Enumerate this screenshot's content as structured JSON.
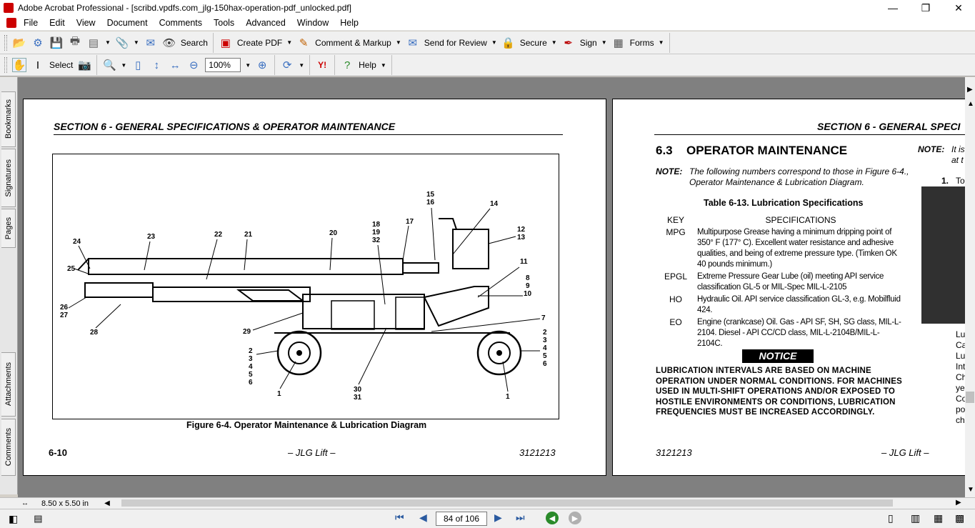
{
  "window": {
    "title": "Adobe Acrobat Professional - [scribd.vpdfs.com_jlg-150hax-operation-pdf_unlocked.pdf]",
    "minimize": "—",
    "maximize": "❐",
    "close": "✕"
  },
  "menu": [
    "File",
    "Edit",
    "View",
    "Document",
    "Comments",
    "Tools",
    "Advanced",
    "Window",
    "Help"
  ],
  "toolbar1": {
    "search_label": "Search",
    "create_pdf_label": "Create PDF",
    "comment_label": "Comment & Markup",
    "send_review_label": "Send for Review",
    "secure_label": "Secure",
    "sign_label": "Sign",
    "forms_label": "Forms"
  },
  "toolbar2": {
    "select_label": "Select",
    "zoom_value": "100%",
    "help_label": "Help"
  },
  "navtabs": [
    "Bookmarks",
    "Signatures",
    "Pages",
    "Attachments",
    "Comments"
  ],
  "page1": {
    "section_header": "SECTION 6 - GENERAL SPECIFICATIONS & OPERATOR MAINTENANCE",
    "diagram_labels": [
      "1",
      "1",
      "2",
      "3",
      "4",
      "5",
      "6",
      "2",
      "3",
      "4",
      "5",
      "6",
      "7",
      "8",
      "9",
      "10",
      "11",
      "12",
      "13",
      "14",
      "15",
      "16",
      "17",
      "18",
      "19",
      "32",
      "20",
      "21",
      "22",
      "23",
      "24",
      "25",
      "26",
      "27",
      "28",
      "29",
      "30",
      "31"
    ],
    "figure_caption": "Figure 6-4. Operator Maintenance & Lubrication Diagram",
    "footer_left": "6-10",
    "footer_center": "– JLG Lift –",
    "footer_right": "3121213"
  },
  "page2": {
    "section_header": "SECTION 6 - GENERAL SPECI",
    "heading_number": "6.3",
    "heading_title": "OPERATOR MAINTENANCE",
    "note_label": "NOTE:",
    "note_text": "The following numbers correspond to those in Figure 6-4., Operator Maintenance & Lubrication Diagram.",
    "table_title": "Table 6-13.   Lubrication Specifications",
    "table_header_key": "KEY",
    "table_header_spec": "SPECIFICATIONS",
    "rows": [
      {
        "key": "MPG",
        "spec": "Multipurpose Grease having a minimum dripping point of 350° F (177° C). Excellent water resistance and adhesive qualities, and being of extreme pressure type. (Timken OK 40 pounds minimum.)"
      },
      {
        "key": "EPGL",
        "spec": "Extreme Pressure Gear Lube (oil) meeting API service classification GL-5 or MIL-Spec MIL-L-2105"
      },
      {
        "key": "HO",
        "spec": "Hydraulic Oil. API service classification GL-3, e.g. Mobilfluid 424."
      },
      {
        "key": "EO",
        "spec": "Engine (crankcase) Oil. Gas - API SF, SH, SG class, MIL-L-2104. Diesel - API CC/CD class, MIL-L-2104B/MIL-L-2104C."
      }
    ],
    "notice_label": "NOTICE",
    "notice_text": "LUBRICATION INTERVALS ARE BASED ON MACHINE OPERATION UNDER NORMAL CONDITIONS. FOR MACHINES USED IN MULTI-SHIFT OPERATIONS AND/OR EXPOSED TO HOSTILE ENVIRONMENTS OR CONDITIONS, LUBRICATION FREQUENCIES MUST BE INCREASED ACCORDINGLY.",
    "right_note_label": "NOTE:",
    "right_note_line1": "It is",
    "right_note_line2": "at t",
    "right_item": "1.",
    "right_item_text": "To",
    "right_col_lines": [
      "Lu",
      "Ca",
      "Lu",
      "Int",
      "Ch",
      "ye",
      "Co",
      "po",
      "ch"
    ],
    "footer_left": "3121213",
    "footer_center": "– JLG Lift –"
  },
  "status": {
    "page_size": "8.50 x 5.50 in",
    "page_indicator": "84 of 106"
  }
}
